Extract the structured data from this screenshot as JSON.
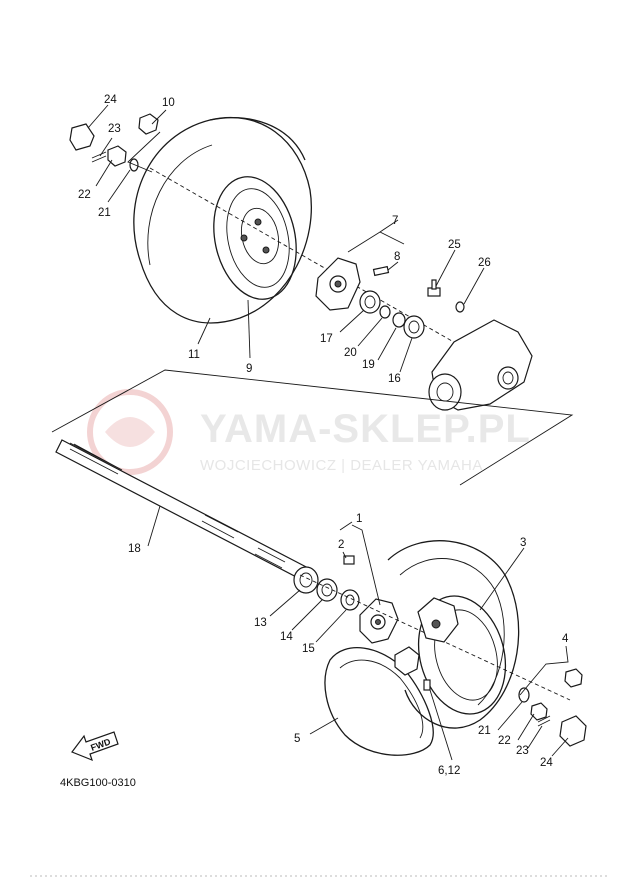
{
  "watermark": {
    "title": "YAMA-SKLEP.PL",
    "subtitle": "WOJCIECHOWICZ | DEALER YAMAHA"
  },
  "diagram": {
    "code": "4KBG100-0310",
    "fwd_label": "FWD",
    "labels": {
      "top_24": "24",
      "top_10": "10",
      "top_23": "23",
      "top_22": "22",
      "top_21": "21",
      "l_11": "11",
      "l_9": "9",
      "l_7": "7",
      "l_8": "8",
      "l_25": "25",
      "l_26": "26",
      "l_17": "17",
      "l_20": "20",
      "l_19": "19",
      "l_16": "16",
      "l_18": "18",
      "l_1": "1",
      "l_2": "2",
      "l_3": "3",
      "l_4": "4",
      "l_13": "13",
      "l_14": "14",
      "l_15": "15",
      "l_5": "5",
      "l_612": "6,12",
      "b_21": "21",
      "b_22": "22",
      "b_23": "23",
      "b_24": "24"
    }
  }
}
